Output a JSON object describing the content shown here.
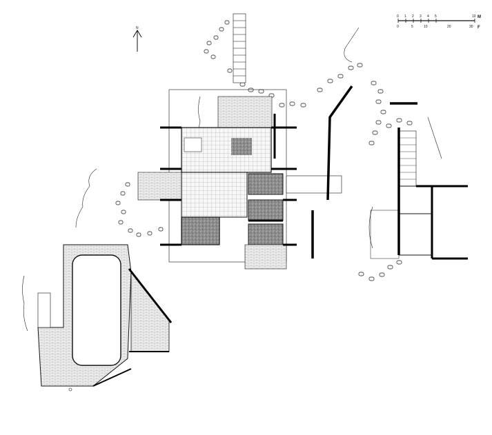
{
  "north_arrow": {
    "label": "N"
  },
  "scale_bar": {
    "meters_ticks": [
      "0",
      "1",
      "2",
      "3",
      "4",
      "5",
      "10"
    ],
    "meters_unit": "M",
    "feet_ticks": [
      "0",
      "5",
      "10",
      "20",
      "30"
    ],
    "feet_unit": "F"
  },
  "colors": {
    "line": "#111111",
    "paving": "#f4f4f4",
    "hatch": "#9a9a9a",
    "dark_floor": "#7f7f7f",
    "wall": "#000000"
  }
}
